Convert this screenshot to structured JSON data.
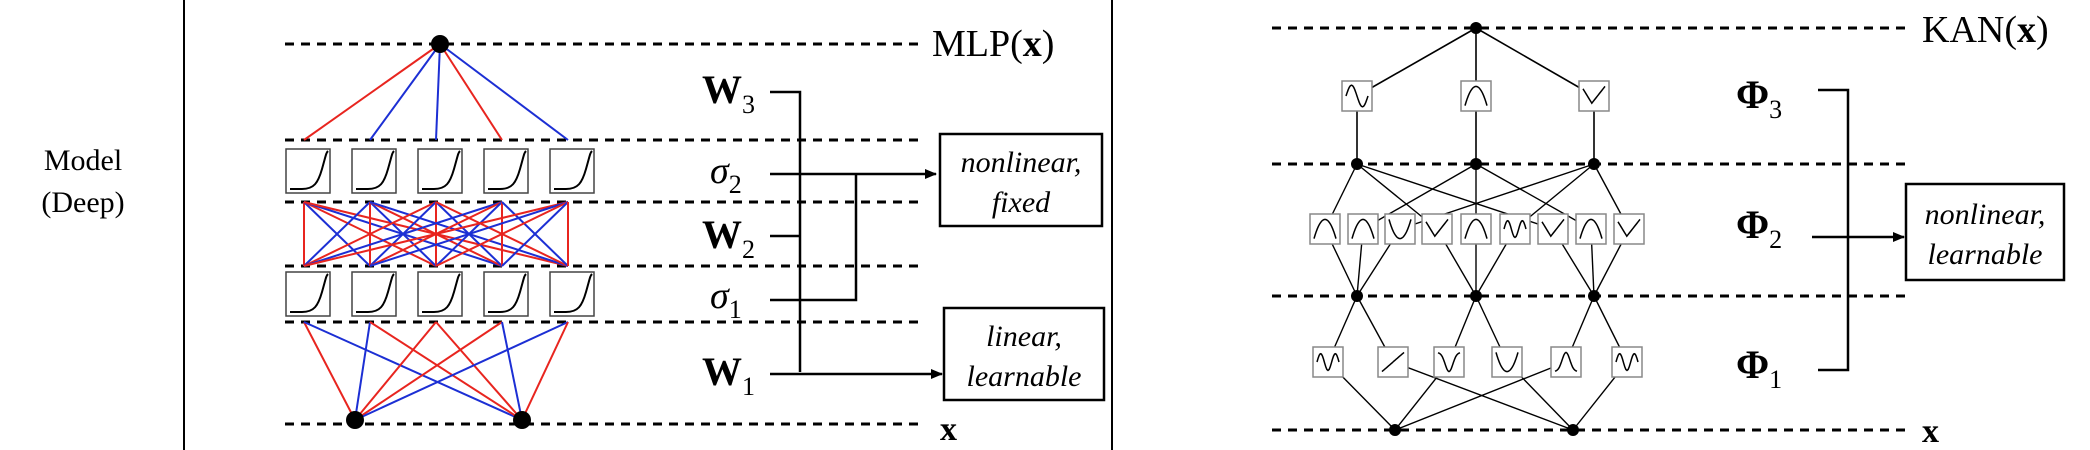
{
  "row_label": {
    "line1": "Model",
    "line2": "(Deep)"
  },
  "mlp": {
    "output_label": "MLP(",
    "output_var": "x",
    "output_close": ")",
    "input_label": "x",
    "W3": {
      "sym": "W",
      "sub": "3"
    },
    "W2": {
      "sym": "W",
      "sub": "2"
    },
    "W1": {
      "sym": "W",
      "sub": "1"
    },
    "s2": {
      "sym": "σ",
      "sub": "2"
    },
    "s1": {
      "sym": "σ",
      "sub": "1"
    },
    "box_nonlinear": {
      "line1": "nonlinear,",
      "line2": "fixed"
    },
    "box_linear": {
      "line1": "linear,",
      "line2": "learnable"
    }
  },
  "kan": {
    "output_label": "KAN(",
    "output_var": "x",
    "output_close": ")",
    "input_label": "x",
    "Phi3": {
      "sym": "Φ",
      "sub": "3"
    },
    "Phi2": {
      "sym": "Φ",
      "sub": "2"
    },
    "Phi1": {
      "sym": "Φ",
      "sub": "1"
    },
    "box": {
      "line1": "nonlinear,",
      "line2": "learnable"
    }
  },
  "colors": {
    "red": "#e8251f",
    "blue": "#1c2fd4",
    "black": "#000000"
  }
}
